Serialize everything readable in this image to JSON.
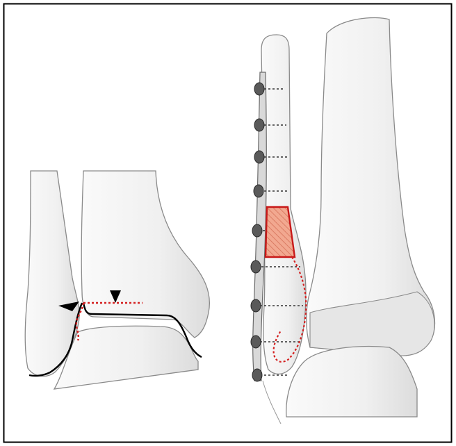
{
  "figure": {
    "panels": [
      {
        "view": "ankle-mortise-anterior",
        "markers": [
          "lateral-arrowhead",
          "superior-arrowhead"
        ]
      },
      {
        "view": "ankle-lateral-plated-fibula",
        "screw_count": 9,
        "graft_present": true
      }
    ]
  },
  "colors": {
    "frame": "#000000",
    "bone_fill": "#f1f1f1",
    "bone_shade": "#dedede",
    "bone_outline": "#8a8a8a",
    "joint_line": "#000000",
    "red_dotted": "#d42020",
    "graft_fill": "#f2a890",
    "graft_outline": "#c81818",
    "screw": "#5a5a5a"
  }
}
